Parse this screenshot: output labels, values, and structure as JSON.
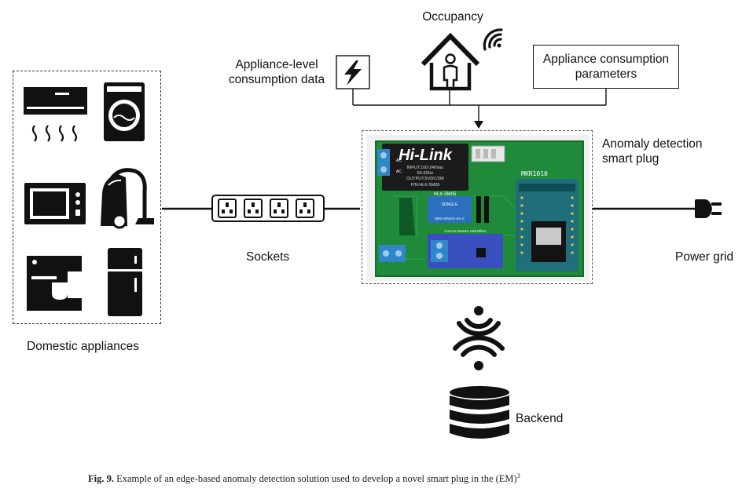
{
  "labels": {
    "occupancy": "Occupancy",
    "appliance_level_line1": "Appliance-level",
    "appliance_level_line2": "consumption data",
    "params_line1": "Appliance consumption",
    "params_line2": "parameters",
    "anomaly_line1": "Anomaly detection",
    "anomaly_line2": "smart plug",
    "sockets": "Sockets",
    "power_grid": "Power grid",
    "domestic": "Domestic appliances",
    "backend": "Backend"
  },
  "board_text": {
    "hilink": "Hi-Link",
    "hilink_spec1": "INPUT:100-240Vac",
    "hilink_spec2": "50-60Hz",
    "hilink_spec3": "OUTPUT:5VDC/3W",
    "hilink_model": "P/N:HLK-5M05",
    "hlk_label": "HLK-5M05",
    "mkr": "MKR1010",
    "ac1": "AC",
    "ac2": "AC",
    "relay": "SRD-05VDC-SL-C",
    "relay_brand": "SONGLE",
    "sensor": "Current Sensor Hall Effect"
  },
  "caption": {
    "fig": "Fig. 9.",
    "text": "Example of an edge-based anomaly detection solution used to develop a novel smart plug in the (EM)",
    "sup": "3"
  },
  "colors": {
    "ink": "#111111",
    "board_green": "#1f8a3a",
    "board_dark": "#166b2c",
    "hilink_black": "#1b1b1b",
    "terminal_blue": "#2f86c8",
    "relay_blue": "#2d6fbf",
    "sensor_blue": "#3a4fbf",
    "mkr_teal": "#1f6f7a",
    "esp_black": "#141414"
  }
}
